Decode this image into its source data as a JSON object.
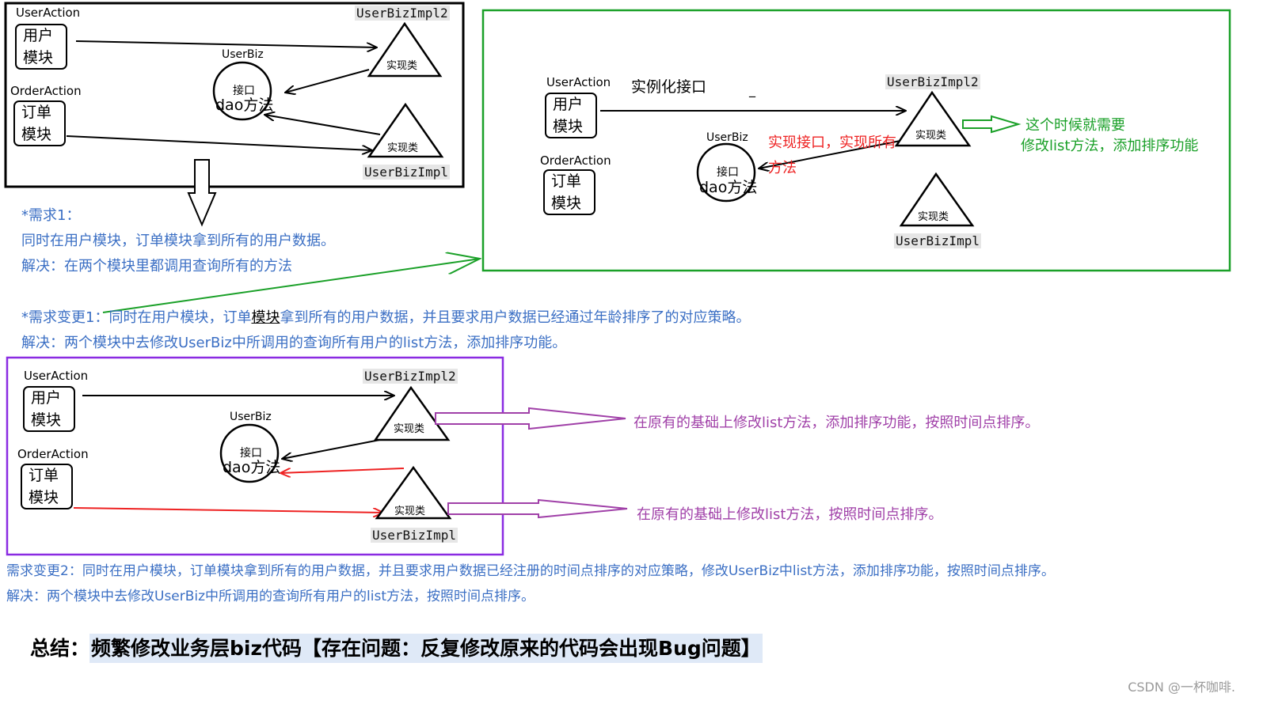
{
  "d1": {
    "user_action": "UserAction",
    "user_module_1": "用户",
    "user_module_2": "模块",
    "order_action": "OrderAction",
    "order_module_1": "订单",
    "order_module_2": "模块",
    "userbiz": "UserBiz",
    "iface": "接口",
    "dao": "dao方法",
    "impl2": "UserBizImpl2",
    "impl": "UserBizImpl",
    "impl_class_top": "实现类",
    "impl_class_bottom": "实现类"
  },
  "d2": {
    "user_action": "UserAction",
    "user_module_1": "用户",
    "user_module_2": "模块",
    "order_action": "OrderAction",
    "order_module_1": "订单",
    "order_module_2": "模块",
    "instantiate": "实例化接口",
    "dash": "_",
    "userbiz": "UserBiz",
    "iface": "接口",
    "dao": "dao方法",
    "impl2": "UserBizImpl2",
    "impl": "UserBizImpl",
    "impl_class_top": "实现类",
    "impl_class_bottom": "实现类",
    "red_note_1": "实现接口，实现所有",
    "red_note_2": "方法",
    "green_note_1": "这个时候就需要",
    "green_note_2": "修改list方法，添加排序功能"
  },
  "req1": {
    "line1": "*需求1：",
    "line2": "同时在用户模块，订单模块拿到所有的用户数据。",
    "line3": "解决：在两个模块里都调用查询所有的方法"
  },
  "change1": {
    "line1_a": "*需求变更1：同时在用户模块，订单",
    "line1_b": "模块",
    "line1_c": "拿到所有的用户数据，并且要求用户数据已经通过年龄排序了的对应策略。",
    "line2": "解决：两个模块中去修改UserBiz中所调用的查询所有用户的list方法，添加排序功能。"
  },
  "d3": {
    "user_action": "UserAction",
    "user_module_1": "用户",
    "user_module_2": "模块",
    "order_action": "OrderAction",
    "order_module_1": "订单",
    "order_module_2": "模块",
    "userbiz": "UserBiz",
    "iface": "接口",
    "dao": "dao方法",
    "impl2": "UserBizImpl2",
    "impl": "UserBizImpl",
    "impl_class_top": "实现类",
    "impl_class_bottom": "实现类",
    "note_top": "在原有的基础上修改list方法，添加排序功能，按照时间点排序。",
    "note_bottom": "在原有的基础上修改list方法，按照时间点排序。"
  },
  "change2": {
    "line1": "需求变更2：同时在用户模块，订单模块拿到所有的用户数据，并且要求用户数据已经注册的时间点排序的对应策略，修改UserBiz中list方法，添加排序功能，按照时间点排序。",
    "line2": "解决：两个模块中去修改UserBiz中所调用的查询所有用户的list方法，按照时间点排序。"
  },
  "summary": {
    "prefix": "总结：",
    "text": "频繁修改业务层biz代码【存在问题：反复修改原来的代码会出现Bug问题】"
  },
  "watermark": "CSDN @一杯咖啡.",
  "colors": {
    "blue_text": "#3b6fc4",
    "green": "#1aa028",
    "purple": "#a040a8",
    "red": "#e22222"
  }
}
